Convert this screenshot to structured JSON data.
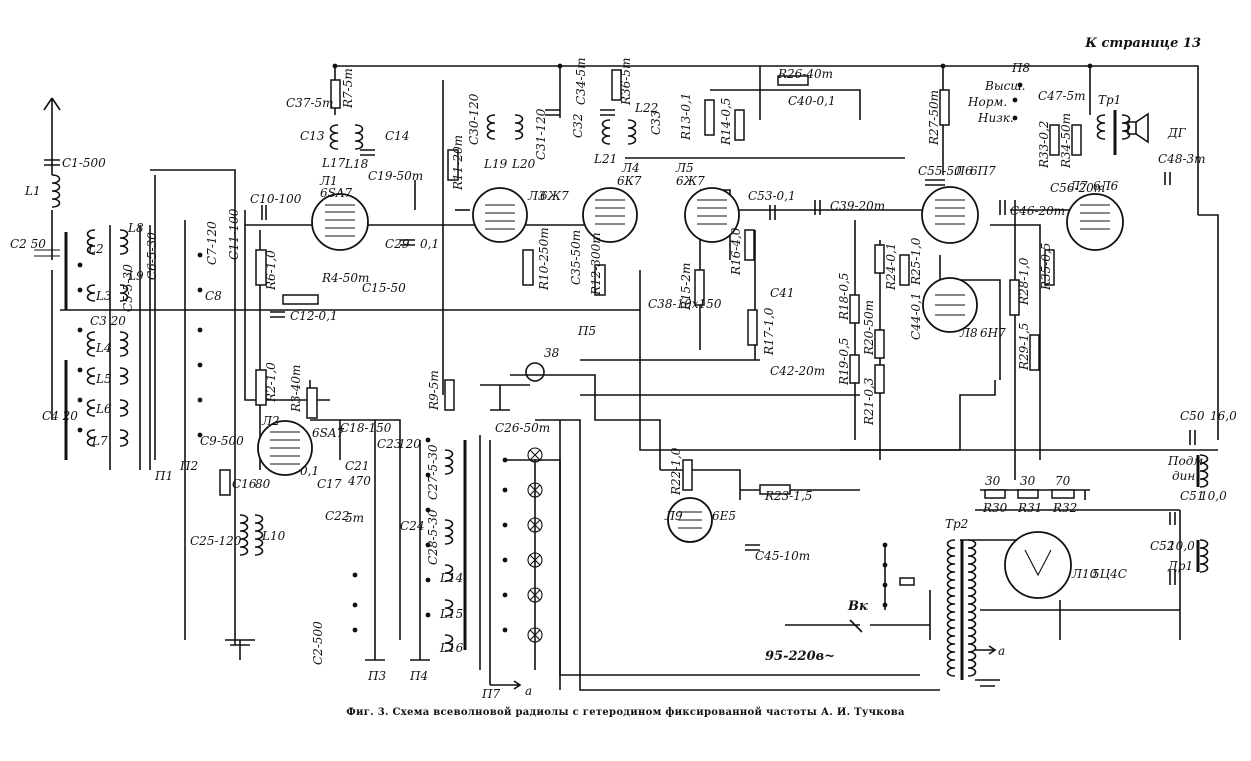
{
  "page_ref": "К странице 13",
  "caption": "Фиг. 3. Схема всеволновой радиолы с гетеродином фиксированной частоты А. И. Тучкова",
  "tubes": {
    "L1": {
      "ref": "Л1",
      "type": "6SA7"
    },
    "L2": {
      "ref": "Л2",
      "type": "6SA7"
    },
    "L3": {
      "ref": "Л3",
      "type": "6Ж7"
    },
    "L4": {
      "ref": "Л4",
      "type": "6К7"
    },
    "L5": {
      "ref": "Л5",
      "type": "6Ж7"
    },
    "L6": {
      "ref": "Л6",
      "type": "6П7"
    },
    "L7": {
      "ref": "Л7",
      "type": "6Л6"
    },
    "L8": {
      "ref": "Л8",
      "type": "6Н7"
    },
    "L9": {
      "ref": "Л9",
      "type": "6Е5"
    },
    "L10": {
      "ref": "Л10",
      "type": "5Ц4С"
    }
  },
  "labels": {
    "c1": "C1-500",
    "l1": "L1",
    "c2_50": "C2 50",
    "c4": "C4 20",
    "l2": "L2",
    "l3": "L3",
    "l4": "L4",
    "l5": "L5",
    "l6": "L6",
    "l7": "L7",
    "l8": "L8",
    "l9": "L9",
    "c3": "C3 20",
    "c5": "C5-5-30",
    "c6": "C6-5-30",
    "p1": "П1",
    "p2": "П2",
    "p3": "П3",
    "p4": "П4",
    "p5": "П5",
    "p7": "П7",
    "p8": "П8",
    "c7": "C7-120",
    "c8": "C8",
    "c9": "C9-500",
    "c10": "C10-100",
    "c11": "C11-100",
    "r6": "R6-1,0",
    "c12": "C12-0,1",
    "r2": "R2-1,0",
    "r3": "R3-40т",
    "c37": "C37-5т",
    "r7": "R7-5т",
    "c13": "C13",
    "c14": "C14",
    "l17": "L17",
    "l18": "L18",
    "c19": "C19-50т",
    "r4": "R4-50т",
    "c15": "C15-50",
    "c29": "C29",
    "c29v": "0,1",
    "r11": "R11-20т",
    "c30": "C30-120",
    "c31": "C31-120",
    "l19": "L19",
    "l20": "L20",
    "r10": "R10-250т",
    "c35": "C35-50т",
    "r12": "R12-300т",
    "c34": "C34-5т",
    "r36": "R36-5т",
    "l22": "L22",
    "c32": "C32",
    "c33": "C33",
    "l21": "L21",
    "r26": "R26-40т",
    "c40": "C40-0,1",
    "r13": "R13-0,1",
    "r14": "R14-0,5",
    "c53": "C53-0,1",
    "c39": "C39-20т",
    "r16": "R16-4,0",
    "c38": "C38-10х150",
    "r15": "R15-2т",
    "c41": "C41",
    "r17": "R17-1,0",
    "c42": "C42-20т",
    "n38": "38",
    "r27": "R27-50т",
    "c55": "C55-50",
    "c46": "C46-20т",
    "c56": "C56-20т",
    "r24": "R24-0,1",
    "r25": "R25-1,0",
    "c44": "C44-0,1",
    "r18": "R18-0,5",
    "r20": "R20-50т",
    "r19": "R19-0,5",
    "r21": "R21-0,3",
    "r28": "R28-1,0",
    "r29": "R29-1,5",
    "r35": "R35-0,5",
    "vys": "Высш.",
    "norm": "Норм.",
    "niz": "Низк.",
    "c47": "C47-5т",
    "r33": "R33-0,2",
    "r34": "R34-50т",
    "tr1": "Тр1",
    "dg": "ДГ",
    "c48": "C48-3т",
    "c50": "C50",
    "c50v": "16,0",
    "podm": "Подм.",
    "din": "дин",
    "c51": "C51",
    "c51v": "10,0",
    "c52": "C52",
    "c52v": "10,0",
    "dr1": "Др1",
    "r30v": "30",
    "r31v": "30",
    "r32v": "70",
    "r30": "R30",
    "r31": "R31",
    "r32": "R32",
    "tr2": "Тр2",
    "vk": "Вк",
    "mains": "95-220в~",
    "a": "a",
    "r22": "R22-1,0",
    "r23": "R23-1,5",
    "c45": "C45-10т",
    "c16": "C16",
    "c16v": "80",
    "c17": "C17",
    "c18": "C18-150",
    "c18_0": "0,1",
    "c21": "C21",
    "c21v": "470",
    "c22": "C22",
    "c22v": "5т",
    "c23": "C23",
    "c23v": "120",
    "c24": "C24",
    "c26": "C26-50т",
    "c25": "C25-120",
    "l10": "L10",
    "r9": "R9-5т",
    "l14": "L14",
    "l15": "L15",
    "l16": "L16",
    "c2_500": "C2-500",
    "c27": "C27-5-30",
    "c28": "C28-5-30"
  }
}
